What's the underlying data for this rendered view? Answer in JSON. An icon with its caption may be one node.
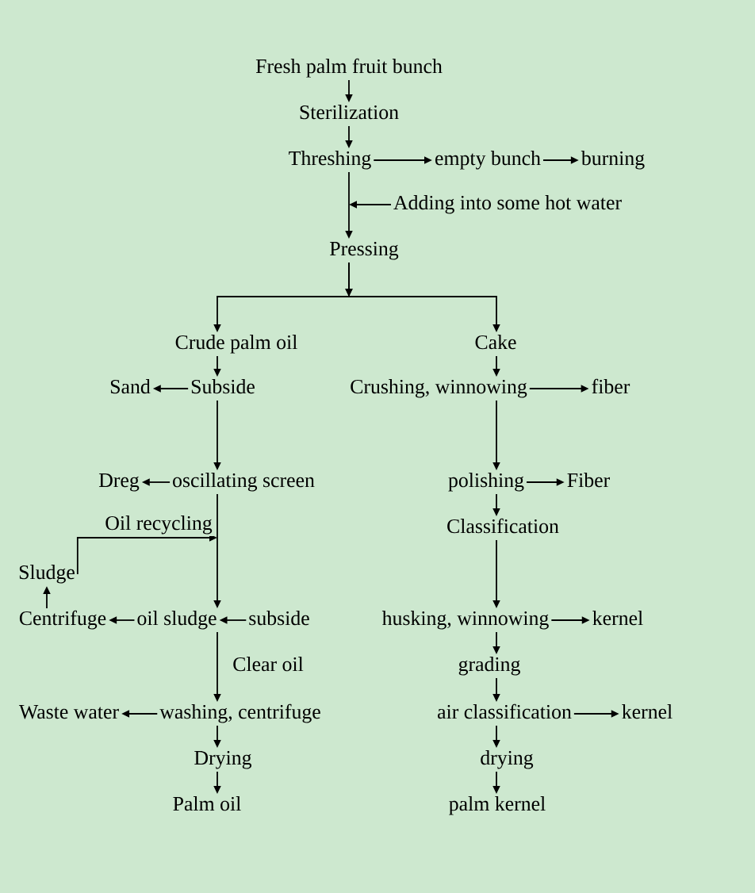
{
  "diagram": {
    "nodes": [
      {
        "text": [
          "Fresh palm fruit bunch"
        ]
      },
      {
        "text": [
          "Sterilization"
        ]
      },
      {
        "text": [
          "Threshing"
        ]
      },
      {
        "text": [
          "empty bunch"
        ]
      },
      {
        "text": [
          "burning"
        ]
      },
      {
        "text": [
          "Adding into some hot water"
        ]
      },
      {
        "text": [
          "Pressing"
        ]
      },
      {
        "text": [
          "Crude palm oil"
        ]
      },
      {
        "text": [
          "Cake"
        ]
      },
      {
        "text": [
          "Sand"
        ]
      },
      {
        "text": [
          "Subside"
        ]
      },
      {
        "text": [
          "Crushing, winnowing"
        ]
      },
      {
        "text": [
          "fiber"
        ]
      },
      {
        "text": [
          "Dreg"
        ]
      },
      {
        "text": [
          "oscillating screen"
        ]
      },
      {
        "text": [
          "polishing"
        ]
      },
      {
        "text": [
          "Fiber"
        ]
      },
      {
        "text": [
          "Classification"
        ]
      },
      {
        "text": [
          "Sludge"
        ]
      },
      {
        "text": [
          "Centrifuge"
        ]
      },
      {
        "text": [
          "oil sludge"
        ]
      },
      {
        "text": [
          "subside"
        ]
      },
      {
        "text": [
          "husking, winnowing"
        ]
      },
      {
        "text": [
          "kernel"
        ]
      },
      {
        "text": [
          "grading"
        ]
      },
      {
        "text": [
          "Waste water"
        ]
      },
      {
        "text": [
          "washing, centrifuge"
        ]
      },
      {
        "text": [
          "air classification"
        ]
      },
      {
        "text": [
          "kernel"
        ]
      },
      {
        "text": [
          "Drying"
        ]
      },
      {
        "text": [
          "drying"
        ]
      },
      {
        "text": [
          "Palm oil"
        ]
      },
      {
        "text": [
          "palm kernel"
        ]
      }
    ],
    "edges": [
      {
        "from": 0,
        "to": 1,
        "arrow": "to"
      },
      {
        "from": 1,
        "to": 2,
        "arrow": "to"
      },
      {
        "from": 2,
        "to": 3,
        "arrow": "to"
      },
      {
        "from": 3,
        "to": 4,
        "arrow": "to"
      },
      {
        "from": 2,
        "to": 6,
        "arrow": "to"
      },
      {
        "from": 5,
        "to": 6,
        "arrow": "to"
      },
      {
        "from": 6,
        "to": 7,
        "arrow": "to"
      },
      {
        "from": 6,
        "to": 8,
        "arrow": "to"
      },
      {
        "from": 7,
        "to": 10,
        "arrow": "to"
      },
      {
        "from": 10,
        "to": 9,
        "arrow": "to"
      },
      {
        "from": 8,
        "to": 11,
        "arrow": "to"
      },
      {
        "from": 11,
        "to": 12,
        "arrow": "to"
      },
      {
        "from": 10,
        "to": 14,
        "arrow": "to"
      },
      {
        "from": 14,
        "to": 13,
        "arrow": "to"
      },
      {
        "from": 11,
        "to": 15,
        "arrow": "to"
      },
      {
        "from": 15,
        "to": 16,
        "arrow": "to"
      },
      {
        "from": 15,
        "to": 17,
        "arrow": "to"
      },
      {
        "from": 14,
        "to": 20,
        "arrow": "to"
      },
      {
        "from": 18,
        "to": null,
        "arrow": "to",
        "label": "Oil recycling"
      },
      {
        "from": 19,
        "to": 18,
        "arrow": "to"
      },
      {
        "from": 20,
        "to": 19,
        "arrow": "to"
      },
      {
        "from": 21,
        "to": 20,
        "arrow": "to"
      },
      {
        "from": 17,
        "to": 22,
        "arrow": "to"
      },
      {
        "from": 22,
        "to": 23,
        "arrow": "to"
      },
      {
        "from": 20,
        "to": 26,
        "arrow": "to",
        "label": "Clear oil"
      },
      {
        "from": 22,
        "to": 24,
        "arrow": "to"
      },
      {
        "from": 26,
        "to": 25,
        "arrow": "to"
      },
      {
        "from": 24,
        "to": 27,
        "arrow": "to"
      },
      {
        "from": 27,
        "to": 28,
        "arrow": "to"
      },
      {
        "from": 26,
        "to": 29,
        "arrow": "to"
      },
      {
        "from": 27,
        "to": 30,
        "arrow": "to"
      },
      {
        "from": 29,
        "to": 31,
        "arrow": "to"
      },
      {
        "from": 30,
        "to": 32,
        "arrow": "to"
      }
    ]
  }
}
